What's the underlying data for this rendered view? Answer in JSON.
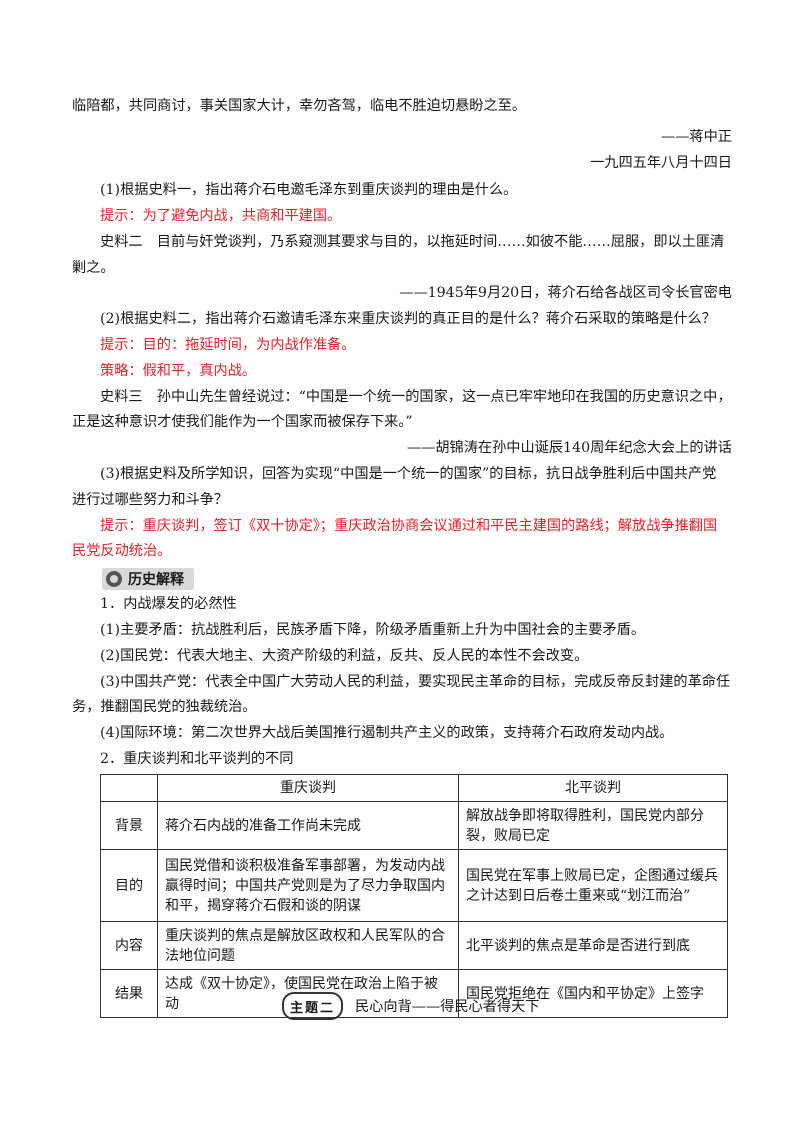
{
  "lines": {
    "l1": "临陪都，共同商讨，事关国家大计，幸勿吝驾，临电不胜迫切悬盼之至。",
    "sig_name": "——蒋中正",
    "sig_date": "一九四五年八月十四日",
    "q1": "(1)根据史料一，指出蒋介石电邀毛泽东到重庆谈判的理由是什么。",
    "a1": "提示：为了避免内战，共商和平建国。",
    "m2a": "史料二　目前与奸党谈判，乃系窥测其要求与目的，以拖延时间……如彼不能……屈服，即以土匪清",
    "m2b": "剿之。",
    "src2": "——1945年9月20日，蒋介石给各战区司令长官密电",
    "q2": "(2)根据史料二，指出蒋介石邀请毛泽东来重庆谈判的真正目的是什么？蒋介石采取的策略是什么？",
    "a2a": "提示：目的：拖延时间，为内战作准备。",
    "a2b": "策略：假和平，真内战。",
    "m3a": "史料三　孙中山先生曾经说过：“中国是一个统一的国家，这一点已牢牢地印在我国的历史意识之中，",
    "m3b": "正是这种意识才使我们能作为一个国家而被保存下来。”",
    "src3": "——胡锦涛在孙中山诞辰140周年纪念大会上的讲话",
    "q3a": "(3)根据史料及所学知识，回答为实现“中国是一个统一的国家”的目标，抗日战争胜利后中国共产党",
    "q3b": "进行过哪些努力和斗争？",
    "a3a": "提示：重庆谈判，签订《双十协定》；重庆政治协商会议通过和平民主建国的路线；解放战争推翻国",
    "a3b": "民党反动统治。",
    "banner": "历史解释",
    "h1": "1．内战爆发的必然性",
    "p1": "(1)主要矛盾：抗战胜利后，民族矛盾下降，阶级矛盾重新上升为中国社会的主要矛盾。",
    "p2": "(2)国民党：代表大地主、大资产阶级的利益，反共、反人民的本性不会改变。",
    "p3a": "(3)中国共产党：代表全中国广大劳动人民的利益，要实现民主革命的目标，完成反帝反封建的革命任",
    "p3b": "务，推翻国民党的独裁统治。",
    "p4": "(4)国际环境：第二次世界大战后美国推行遏制共产主义的政策，支持蒋介石政府发动内战。",
    "h2": "2．重庆谈判和北平谈判的不同",
    "theme_seal": "主题二",
    "theme_title": "民心向背——得民心者得天下"
  },
  "table": {
    "headers": [
      "",
      "重庆谈判",
      "北平谈判"
    ],
    "rows": [
      {
        "label": "背景",
        "cq": "蒋介石内战的准备工作尚未完成",
        "bp": "解放战争即将取得胜利，国民党内部分裂，败局已定"
      },
      {
        "label": "目的",
        "cq": "国民党借和谈积极准备军事部署，为发动内战赢得时间；中国共产党则是为了尽力争取国内和平，揭穿蒋介石假和谈的阴谋",
        "bp": "国民党在军事上败局已定，企图通过缓兵之计达到日后卷土重来或“划江而治”"
      },
      {
        "label": "内容",
        "cq": "重庆谈判的焦点是解放区政权和人民军队的合法地位问题",
        "bp": "北平谈判的焦点是革命是否进行到底"
      },
      {
        "label": "结果",
        "cq": "达成《双十协定》，使国民党在政治上陷于被动",
        "bp": "国民党拒绝在《国内和平协定》上签字"
      }
    ]
  }
}
